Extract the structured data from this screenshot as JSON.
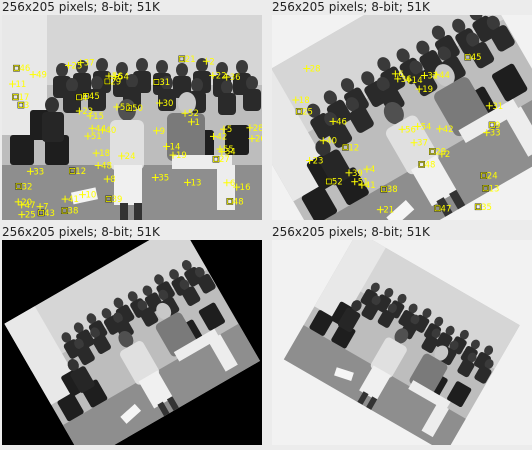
{
  "panels": [
    {
      "id": "p1",
      "label": "256x205 pixels; 8-bit; 51K",
      "view": "keypoints-upright"
    },
    {
      "id": "p2",
      "label": "256x205 pixels; 8-bit; 51K",
      "view": "keypoints-rotated"
    },
    {
      "id": "p3",
      "label": "256x205 pixels; 8-bit; 51K",
      "view": "rotated-plain"
    },
    {
      "id": "p4",
      "label": "256x205 pixels; 8-bit; 51K",
      "view": "rotated-plain-2"
    }
  ],
  "keypoint_labels_p1": [
    "48",
    "39",
    "40",
    "25",
    "56",
    "37",
    "45",
    "36",
    "54",
    "48",
    "49",
    "25",
    "14",
    "23",
    "8",
    "29",
    "21",
    "13",
    "6",
    "9",
    "4",
    "18",
    "41",
    "51",
    "47",
    "42",
    "33",
    "38",
    "19",
    "22",
    "43",
    "28",
    "2",
    "11",
    "17",
    "12",
    "7",
    "3",
    "53",
    "52",
    "10",
    "31",
    "32",
    "46",
    "26",
    "44",
    "50",
    "55",
    "34",
    "16",
    "24",
    "5",
    "35",
    "20",
    "30",
    "1",
    "27",
    "15"
  ],
  "keypoint_labels_p2": [
    "35",
    "37",
    "28",
    "45",
    "52",
    "48",
    "36",
    "39",
    "4",
    "40",
    "23",
    "54",
    "25",
    "13",
    "14",
    "21",
    "9",
    "6",
    "56",
    "38",
    "29",
    "19",
    "44",
    "51",
    "33",
    "24",
    "47",
    "42",
    "41",
    "18",
    "46",
    "12",
    "32",
    "2",
    "31"
  ],
  "colors": {
    "keypoint": "#ffff00",
    "page_bg": "#ececec",
    "image_bg": "#000000"
  },
  "icons": {
    "keypoint_cross": "cross-marker",
    "keypoint_box": "square-marker"
  }
}
